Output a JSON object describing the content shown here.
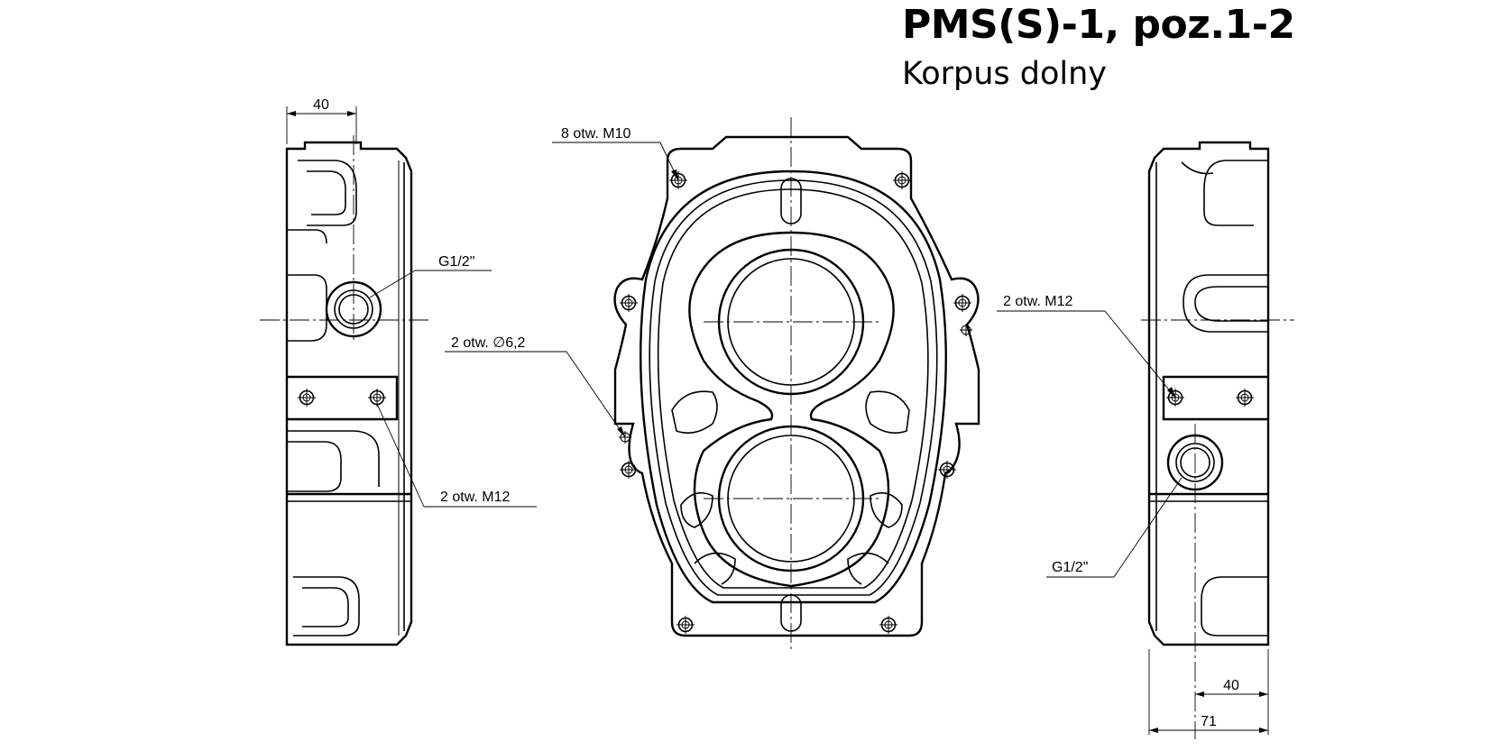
{
  "title": "PMS(S)-1, poz.1-2",
  "subtitle": "Korpus dolny",
  "left_view": {
    "dim_width": "40",
    "label_port": "G1/2\"",
    "label_holes": "2 otw. M12"
  },
  "front_view": {
    "label_bolt_holes": "8 otw. M10",
    "label_pin_holes": "2 otw. ∅6,2"
  },
  "right_view": {
    "label_holes": "2 otw. M12",
    "label_port": "G1/2\"",
    "dim_inner": "40",
    "dim_outer": "71"
  }
}
